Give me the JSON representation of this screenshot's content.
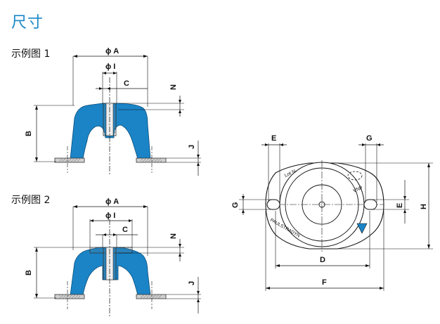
{
  "title": "尺寸",
  "figures": {
    "fig1_label": "示例图 1",
    "fig2_label": "示例图 2"
  },
  "dimensions": {
    "phi_a": "ϕ A",
    "phi_i": "ϕ I",
    "c": "C",
    "n": "N",
    "b": "B",
    "j": "J",
    "e": "E",
    "g": "G",
    "h": "H",
    "d": "D",
    "f": "F"
  },
  "plate_text": {
    "top_left": "Lot N.",
    "top_right": "dNA",
    "brand": "PAULSTRADYN"
  },
  "colors": {
    "title": "#1b87c9",
    "mount_body": "#1a84c7",
    "metal": "#c8c8c8",
    "line": "#111111"
  }
}
